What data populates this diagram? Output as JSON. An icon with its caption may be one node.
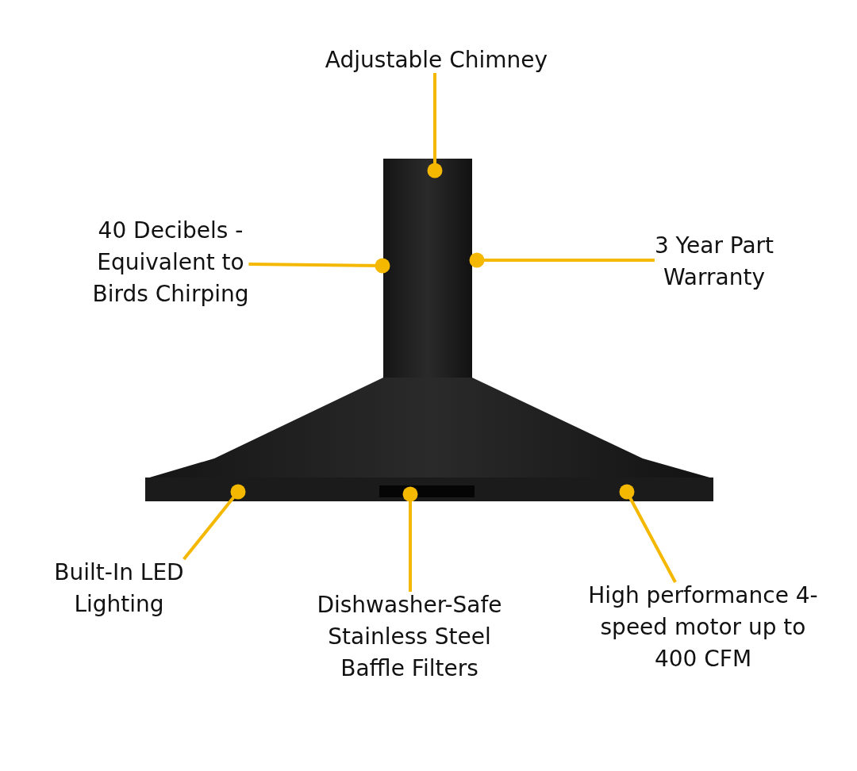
{
  "diagram": {
    "nodes": [
      {
        "text": [
          "Adjustable Chimney"
        ]
      },
      {
        "text": [
          "40 Decibels - Equivalent to Birds Chirping"
        ]
      },
      {
        "text": [
          "3 Year Part Warranty"
        ]
      },
      {
        "text": [
          "Built-In LED Lighting"
        ]
      },
      {
        "text": [
          "Dishwasher-Safe Stainless Steel Baffle Filters"
        ]
      },
      {
        "text": [
          "High performance 4-speed motor up to 400 CFM"
        ]
      }
    ],
    "edges": [
      {
        "from": 0,
        "to": null,
        "arrow": "other"
      },
      {
        "from": 1,
        "to": null,
        "arrow": "other"
      },
      {
        "from": 2,
        "to": null,
        "arrow": "other"
      },
      {
        "from": 3,
        "to": null,
        "arrow": "other"
      },
      {
        "from": 4,
        "to": null,
        "arrow": "other"
      },
      {
        "from": 5,
        "to": null,
        "arrow": "other"
      }
    ]
  }
}
